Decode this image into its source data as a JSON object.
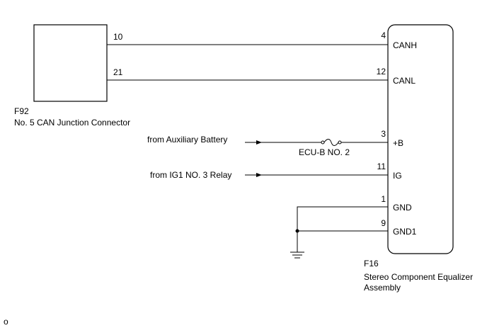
{
  "connector_f92": {
    "code": "F92",
    "name": "No. 5 CAN Junction Connector",
    "pins": {
      "canh": "10",
      "canl": "21"
    }
  },
  "component_f16": {
    "code": "F16",
    "name_line1": "Stereo Component Equalizer",
    "name_line2": "Assembly",
    "terminals": [
      {
        "pin": "4",
        "name": "CANH"
      },
      {
        "pin": "12",
        "name": "CANL"
      },
      {
        "pin": "3",
        "name": "+B"
      },
      {
        "pin": "11",
        "name": "IG"
      },
      {
        "pin": "1",
        "name": "GND"
      },
      {
        "pin": "9",
        "name": "GND1"
      }
    ]
  },
  "sources": {
    "battery": "from Auxiliary Battery",
    "ig1": "from IG1 NO. 3 Relay"
  },
  "fuse": {
    "label": "ECU-B NO. 2"
  },
  "footer": {
    "mark": "o"
  }
}
